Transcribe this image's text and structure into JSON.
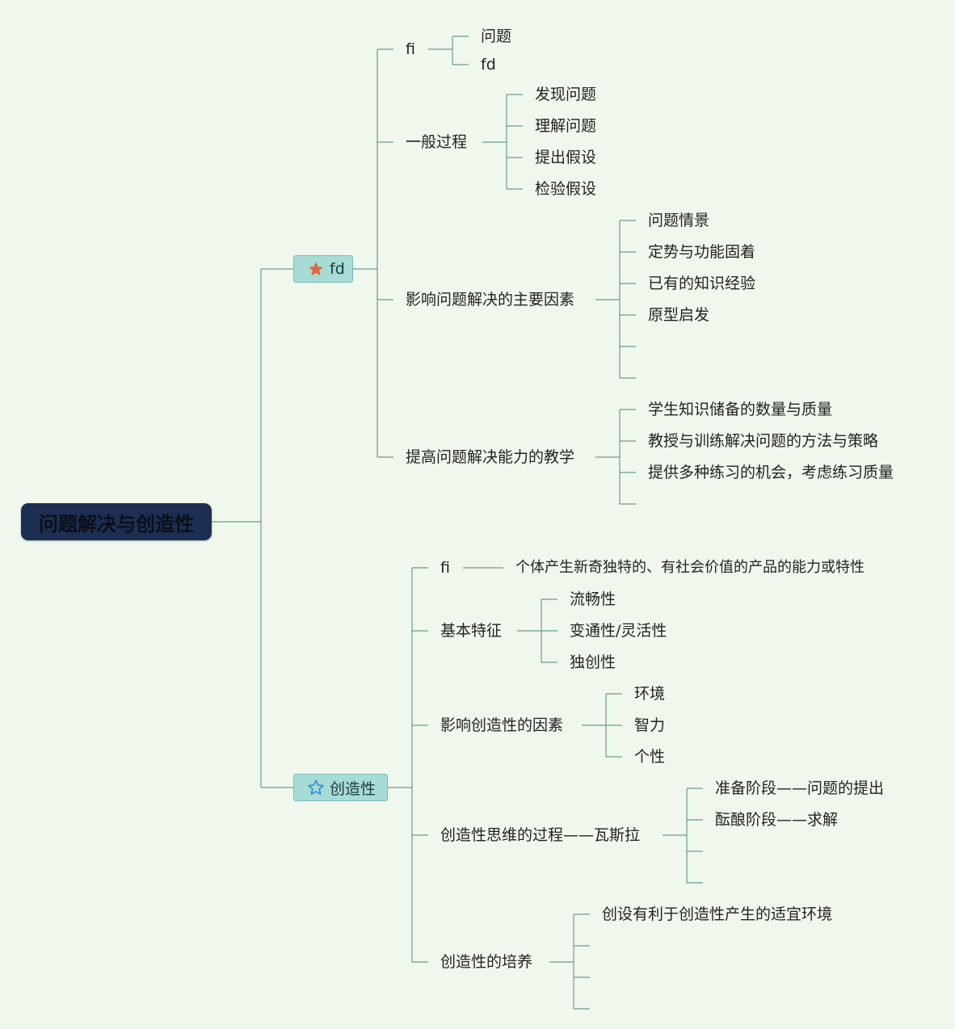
{
  "root": {
    "label": "问题解决与创造性"
  },
  "branches": [
    {
      "label": "fd",
      "icon": "star-filled-icon",
      "icon_color": "#e2653c",
      "children": [
        {
          "label": "fi",
          "children": [
            "问题",
            "fd"
          ]
        },
        {
          "label": "一般过程",
          "children": [
            "发现问题",
            "理解问题",
            "提出假设",
            "检验假设"
          ]
        },
        {
          "label": "影响问题解决的主要因素",
          "children": [
            "问题情景",
            "定势与功能固着",
            "已有的知识经验",
            "原型启发",
            "",
            ""
          ]
        },
        {
          "label": "提高问题解决能力的教学",
          "children": [
            "学生知识储备的数量与质量",
            "教授与训练解决问题的方法与策略",
            "提供多种练习的机会，考虑练习质量",
            ""
          ]
        }
      ]
    },
    {
      "label": "创造性",
      "icon": "star-outline-icon",
      "icon_color": "#2a8fd6",
      "children": [
        {
          "label": "fi",
          "children": [
            "个体产生新奇独特的、有社会价值的产品的能力或特性"
          ]
        },
        {
          "label": "基本特征",
          "children": [
            "流畅性",
            "变通性/灵活性",
            "独创性"
          ]
        },
        {
          "label": "影响创造性的因素",
          "children": [
            "环境",
            "智力",
            "个性"
          ]
        },
        {
          "label": "创造性思维的过程——瓦斯拉",
          "children": [
            "准备阶段——问题的提出",
            "酝酿阶段——求解",
            "",
            ""
          ]
        },
        {
          "label": "创造性的培养",
          "children": [
            "创设有利于创造性产生的适宜环境",
            "",
            "",
            ""
          ]
        }
      ]
    }
  ],
  "colors": {
    "background": "#f0f8ee",
    "line": "#6a9c90",
    "root_fill": "#1c2e52",
    "branch_fill": "#a7dbd6"
  }
}
